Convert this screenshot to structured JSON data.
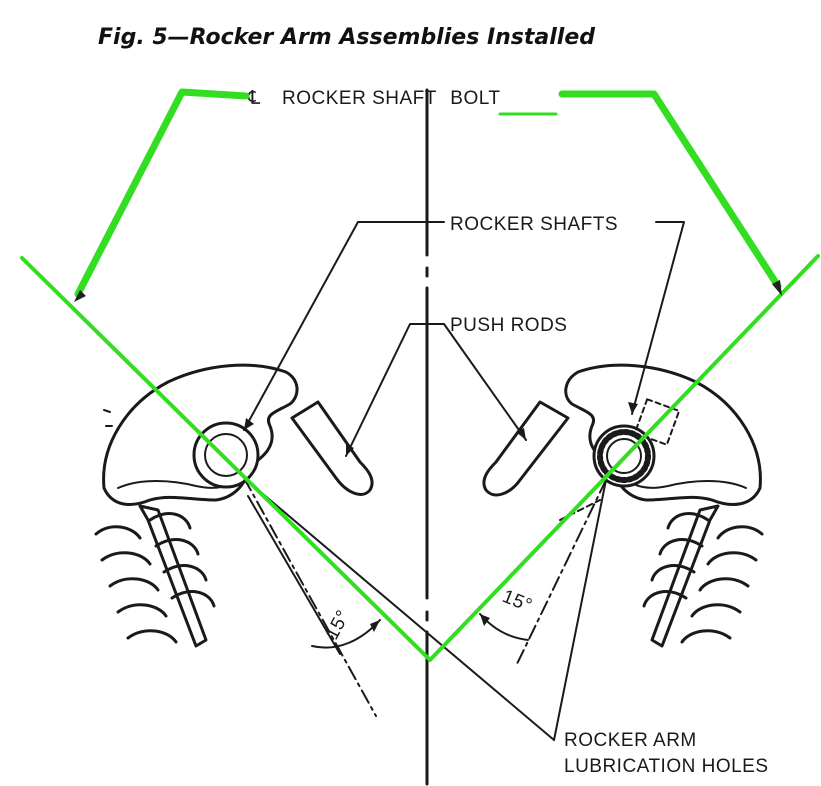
{
  "figure": {
    "title": "Fig. 5—Rocker Arm Assemblies Installed"
  },
  "labels": {
    "centerline_symbol": "℄",
    "shaft_bolt_prefix": "ROCKER SHAFT ",
    "shaft_bolt_word": "BOLT",
    "rocker_shafts": "ROCKER SHAFTS",
    "push_rods": "PUSH RODS",
    "angle_left": "15°",
    "angle_right": "15°",
    "lube_line1": "ROCKER ARM",
    "lube_line2": "LUBRICATION HOLES"
  },
  "colors": {
    "markup_green": "#33dd22",
    "ink": "#1a1a1a"
  }
}
